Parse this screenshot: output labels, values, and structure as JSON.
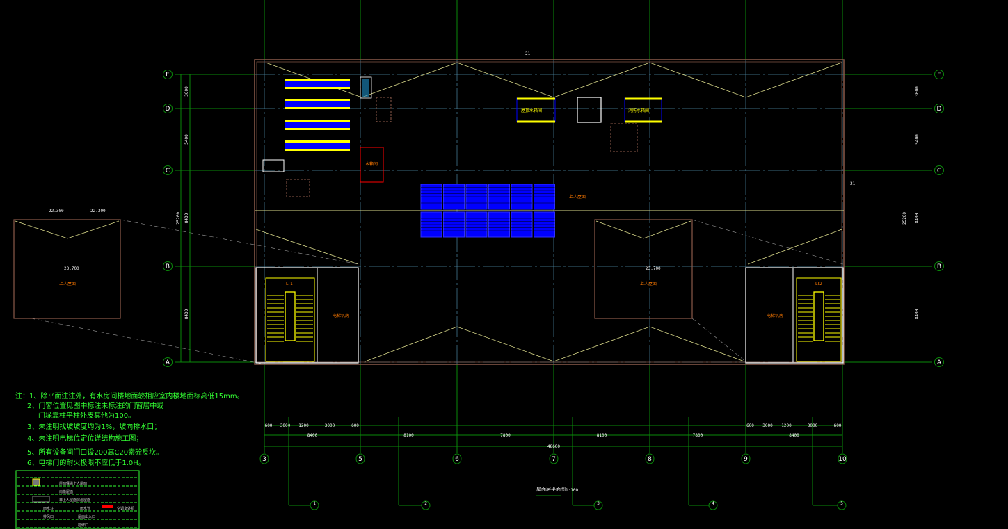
{
  "drawing": {
    "title": "屋面层平面图",
    "scale": "1:100",
    "colors": {
      "grid": "#0a8a0a",
      "axis": "#4d8aa6",
      "wall": "#8b5a4a",
      "roof": "#dcdc8c",
      "panel": "#0000ff",
      "stair": "#ffff00"
    },
    "row_axes": [
      "E",
      "D",
      "C",
      "B",
      "A"
    ],
    "col_axes": [
      "3",
      "5",
      "6",
      "7",
      "8",
      "9",
      "10"
    ],
    "left_dims": {
      "segments": [
        "3000",
        "5400",
        "8400",
        "8400"
      ],
      "total": "25200"
    },
    "bottom_dims": {
      "detail_left": [
        "600",
        "3000",
        "1200",
        "3000",
        "600"
      ],
      "detail_right": [
        "600",
        "3000",
        "1200",
        "3000",
        "600"
      ],
      "bays": [
        "8400",
        "8100",
        "7800",
        "8100",
        "7800",
        "8400"
      ],
      "total": "48600"
    },
    "room_labels": [
      "LT1",
      "LT2",
      "电梯机房",
      "电梯机房",
      "水箱间",
      "屋顶水箱间",
      "消防水箱间",
      "上人屋面"
    ],
    "elevations": [
      "22.300",
      "22.300",
      "23.700",
      "23.700",
      "21",
      "21"
    ],
    "section_marks": [
      "1",
      "2",
      "3",
      "4",
      "5"
    ]
  },
  "notes": [
    "注：1、除平面注注外，有水房间楼地面较相应室内楼地面标高低15mm。",
    "2、门窗位置见图中标注未标注的门窗居中或",
    "门垛靠柱平柱外皮其他为100。",
    "3、未注明找坡坡度均为1%，坡向排水口；",
    "4、未注明电梯位定位详结构施工图；",
    "5、所有设备间门口设200高C20素砼反坎。",
    "6、电梯门的耐火极限不应低于1.0H。"
  ],
  "legend": {
    "items": [
      "屋面保温上人屋面",
      "雨篷屋面",
      "非上人屋面保温屋面",
      "雨水斗",
      "雨水管",
      "空调室外机",
      "排风口",
      "屋面出入口",
      "检修口"
    ]
  }
}
